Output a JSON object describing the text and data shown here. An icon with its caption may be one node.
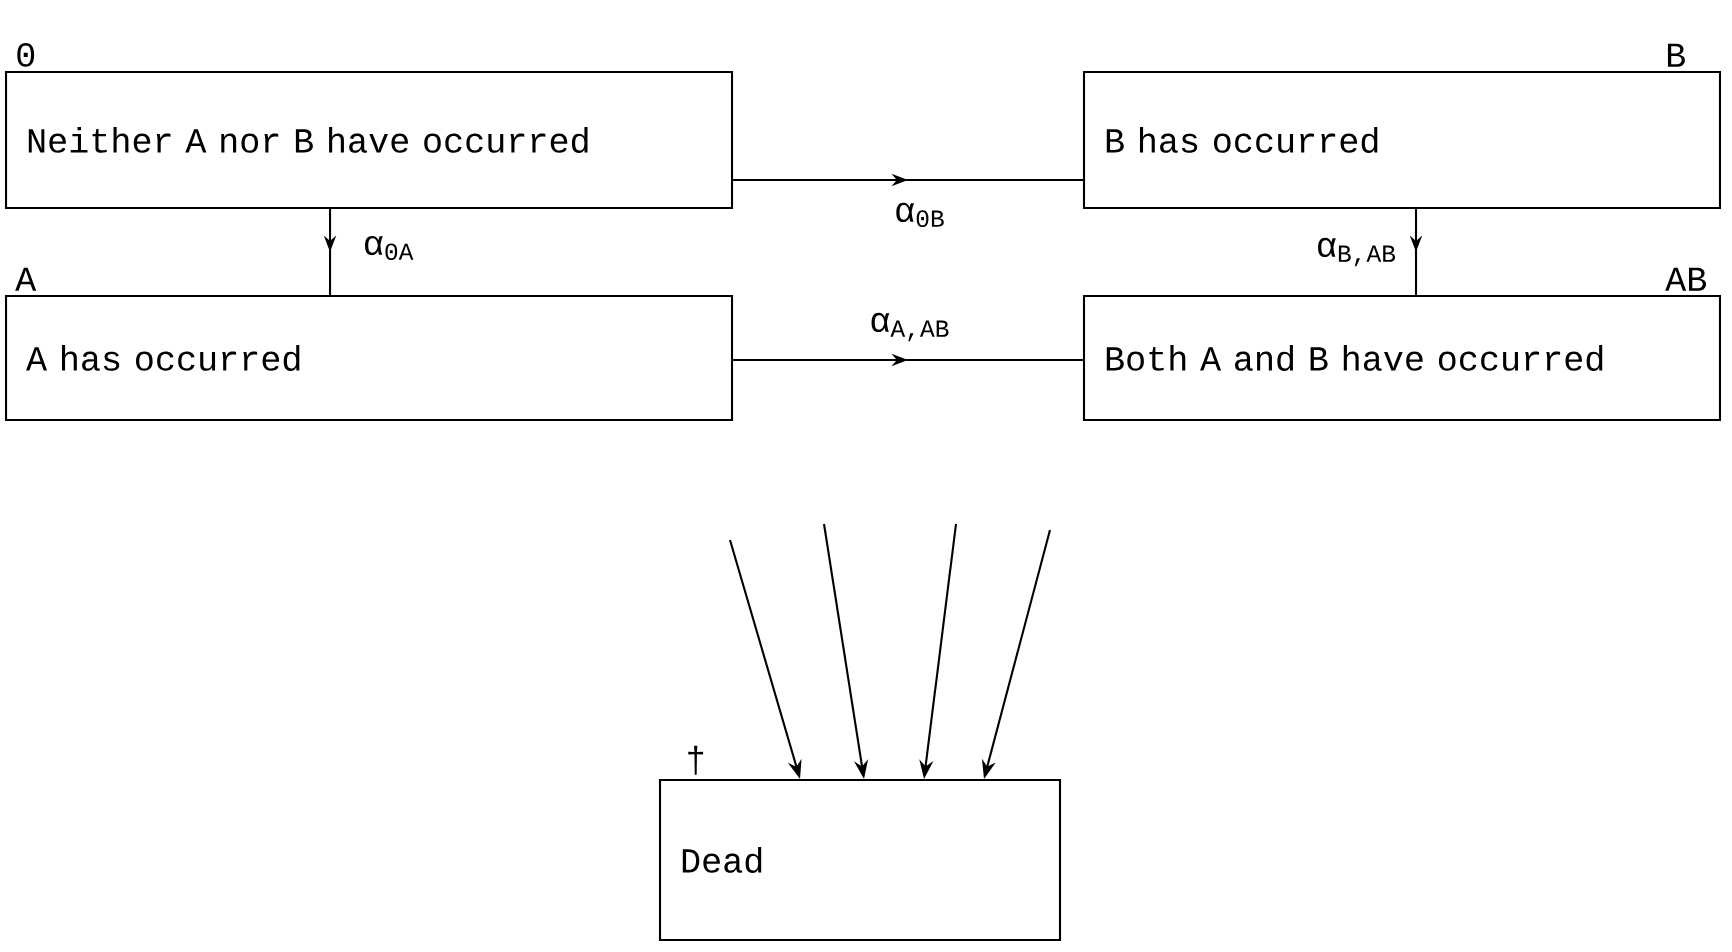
{
  "diagram": {
    "nodes": [
      {
        "text": [
          "0",
          "Neither A nor B have occurred"
        ]
      },
      {
        "text": [
          "B",
          "B has occurred"
        ]
      },
      {
        "text": [
          "A",
          "A has occurred"
        ]
      },
      {
        "text": [
          "AB",
          "Both A and B have occurred"
        ]
      },
      {
        "text": [
          "†",
          "Dead"
        ]
      }
    ],
    "edges": [
      {
        "from": 0,
        "to": 1,
        "arrow": "to",
        "label": "α$_{0B}$"
      },
      {
        "from": 0,
        "to": 2,
        "arrow": "to",
        "label": "α$_{0A}$"
      },
      {
        "from": 1,
        "to": 3,
        "arrow": "to",
        "label": "α$_{B,AB}$"
      },
      {
        "from": 2,
        "to": 3,
        "arrow": "to",
        "label": "α$_{A,AB}$"
      },
      {
        "from": null,
        "to": 4,
        "arrow": "to"
      },
      {
        "from": null,
        "to": 4,
        "arrow": "to"
      },
      {
        "from": null,
        "to": 4,
        "arrow": "to"
      },
      {
        "from": null,
        "to": 4,
        "arrow": "to"
      }
    ]
  }
}
